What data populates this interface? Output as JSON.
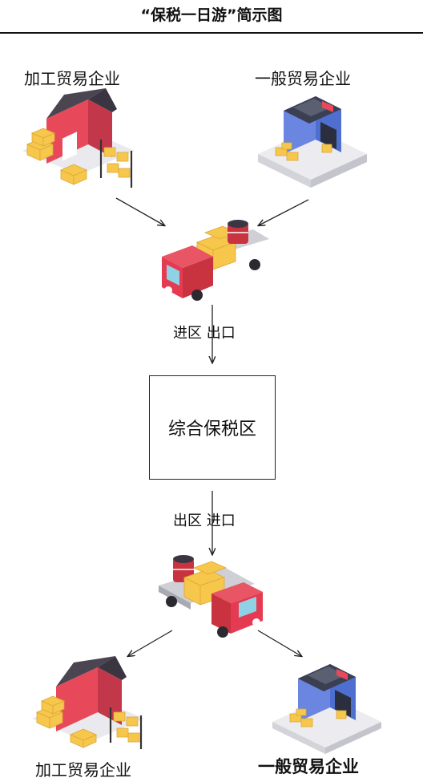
{
  "header": {
    "title": "“保税一日游”简示图"
  },
  "top": {
    "left_label": "加工贸易企业",
    "right_label": "一般贸易企业"
  },
  "flow": {
    "in_label": "进区 出口",
    "out_label": "出区 进口"
  },
  "center": {
    "box_label": "综合保税区"
  },
  "bottom": {
    "left_label": "加工贸易企业",
    "right_label": "一般贸易企业"
  },
  "colors": {
    "factory_red": "#e8495a",
    "truck_red": "#e53b52",
    "warehouse_blue": "#4f6fd0",
    "box_yellow": "#f7c74c",
    "roof_gray": "#4a4550"
  }
}
